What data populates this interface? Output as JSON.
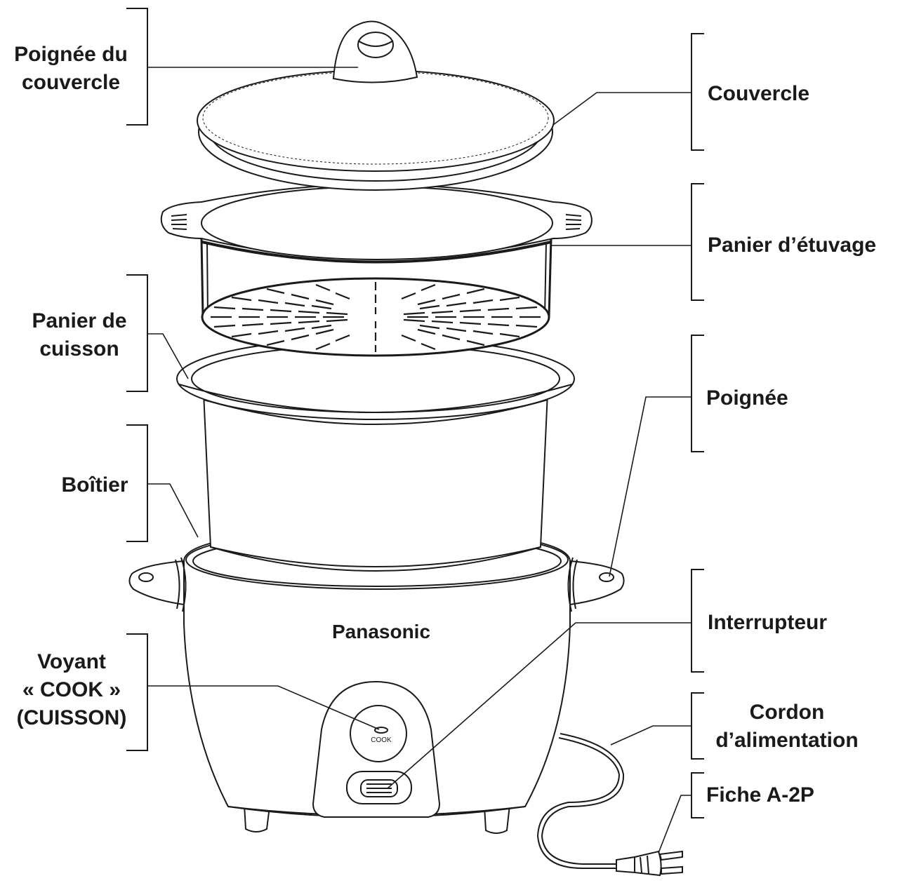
{
  "labels": {
    "lid_handle": [
      "Poignée du",
      "couvercle"
    ],
    "lid": [
      "Couvercle"
    ],
    "steam_basket": [
      "Panier d’étuvage"
    ],
    "cooking_pan": [
      "Panier de",
      "cuisson"
    ],
    "handle": [
      "Poignée"
    ],
    "body": [
      "Boîtier"
    ],
    "switch": [
      "Interrupteur"
    ],
    "cook_light": [
      "Voyant",
      "« COOK »",
      "(CUISSON)"
    ],
    "power_cord": [
      "Cordon",
      "d’alimentation"
    ],
    "plug": [
      "Fiche A-2P"
    ]
  },
  "device": {
    "brand": "Panasonic",
    "indicator_text": "COOK"
  },
  "colors": {
    "line": "#1a1a1a",
    "fill": "#ffffff"
  }
}
